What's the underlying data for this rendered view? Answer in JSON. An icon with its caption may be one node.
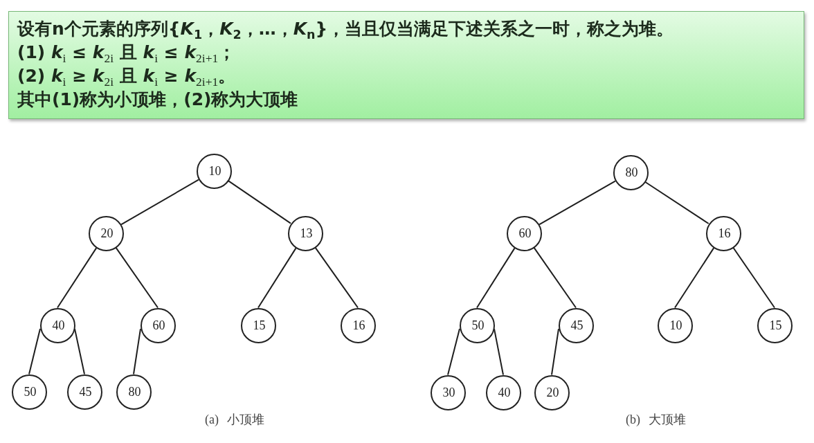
{
  "diagram": {
    "nodes": [
      {
        "text": [
          "设有n个元素的序列{*K*$_{1}$，*K*$_{2}$，…，*K*$_{n}$}，当且仅当满足下述关系之一时，称之为堆。",
          "(1) *k*$_{i}$ ≤ *k*$_{2i}$ 且 *k*$_{i}$ ≤ *k*$_{2i+1}$；",
          "(2) *k*$_{i}$ ≥ *k*$_{2i}$ 且 *k*$_{i}$ ≥ *k*$_{2i+1}$。",
          "其中(1)称为小顶堆，(2)称为大顶堆"
        ]
      },
      {
        "text": [
          "10"
        ]
      },
      {
        "text": [
          "20"
        ]
      },
      {
        "text": [
          "13"
        ]
      },
      {
        "text": [
          "40"
        ]
      },
      {
        "text": [
          "60"
        ]
      },
      {
        "text": [
          "15"
        ]
      },
      {
        "text": [
          "16"
        ]
      },
      {
        "text": [
          "50"
        ]
      },
      {
        "text": [
          "45"
        ]
      },
      {
        "text": [
          "80"
        ]
      },
      {
        "text": [
          "80"
        ]
      },
      {
        "text": [
          "60"
        ]
      },
      {
        "text": [
          "16"
        ]
      },
      {
        "text": [
          "50"
        ]
      },
      {
        "text": [
          "45"
        ]
      },
      {
        "text": [
          "10"
        ]
      },
      {
        "text": [
          "15"
        ]
      },
      {
        "text": [
          "30"
        ]
      },
      {
        "text": [
          "40"
        ]
      },
      {
        "text": [
          "20"
        ]
      }
    ],
    "edges": [
      {
        "from": 1,
        "to": 2,
        "arrow": "none"
      },
      {
        "from": 1,
        "to": 3,
        "arrow": "none"
      },
      {
        "from": 2,
        "to": 4,
        "arrow": "none"
      },
      {
        "from": 2,
        "to": 5,
        "arrow": "none"
      },
      {
        "from": 3,
        "to": 6,
        "arrow": "none"
      },
      {
        "from": 3,
        "to": 7,
        "arrow": "none"
      },
      {
        "from": 4,
        "to": 8,
        "arrow": "none"
      },
      {
        "from": 4,
        "to": 9,
        "arrow": "none"
      },
      {
        "from": 5,
        "to": 10,
        "arrow": "none"
      },
      {
        "from": 11,
        "to": 12,
        "arrow": "none"
      },
      {
        "from": 11,
        "to": 13,
        "arrow": "none"
      },
      {
        "from": 12,
        "to": 14,
        "arrow": "none"
      },
      {
        "from": 12,
        "to": 15,
        "arrow": "none"
      },
      {
        "from": 13,
        "to": 16,
        "arrow": "none"
      },
      {
        "from": 13,
        "to": 17,
        "arrow": "none"
      },
      {
        "from": 14,
        "to": 18,
        "arrow": "none"
      },
      {
        "from": 14,
        "to": 19,
        "arrow": "none"
      },
      {
        "from": 15,
        "to": 20,
        "arrow": "none"
      }
    ],
    "labels": [
      "(a) 小顶堆",
      "(b) 大顶堆"
    ]
  }
}
